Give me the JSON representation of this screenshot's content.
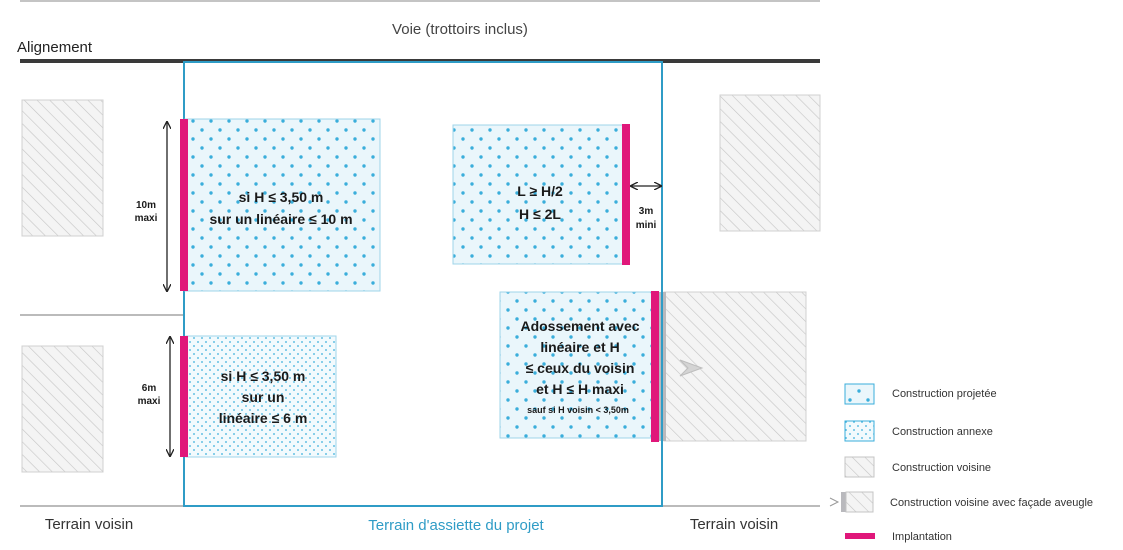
{
  "road": {
    "label": "Voie (trottoirs inclus)"
  },
  "alignment": {
    "label": "Alignement"
  },
  "boxes": {
    "top_left": {
      "lines": [
        "si H ≤ 3,50 m",
        "sur un linéaire ≤ 10 m"
      ]
    },
    "top_right": {
      "lines": [
        "L ≥ H/2",
        "H ≤ 2L"
      ]
    },
    "bottom_left": {
      "lines": [
        "si H ≤ 3,50 m",
        "sur un",
        "linéaire ≤ 6 m"
      ]
    },
    "bottom_right": {
      "lines": [
        "Adossement avec",
        "linéaire et H",
        "≤ ceux du voisin",
        "et  H ≤ H maxi"
      ],
      "note": "sauf si H voisin < 3,50m"
    }
  },
  "dimensions": {
    "ten_m": [
      "10m",
      "maxi"
    ],
    "six_m": [
      "6m",
      "maxi"
    ],
    "three_m": [
      "3m",
      "mini"
    ]
  },
  "bottom_labels": {
    "left": "Terrain voisin",
    "center": "Terrain d'assiette du projet",
    "right": "Terrain voisin"
  },
  "legend": [
    {
      "key": "projected",
      "label": "Construction projetée"
    },
    {
      "key": "annex",
      "label": "Construction annexe"
    },
    {
      "key": "neighbor",
      "label": "Construction voisine"
    },
    {
      "key": "blind",
      "label": "Construction voisine avec façade aveugle"
    },
    {
      "key": "implant",
      "label": "Implantation"
    }
  ],
  "colors": {
    "plot_border": "#2f9cc6",
    "implantation": "#e0177a",
    "road_line": "#3a3a3a",
    "dots": "#3aaedb",
    "hatch": "#c4c4c4"
  }
}
